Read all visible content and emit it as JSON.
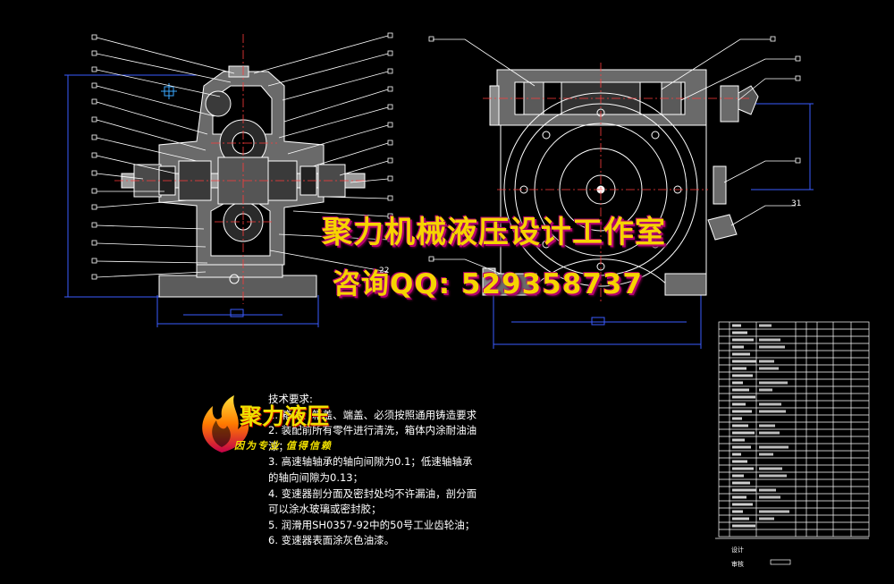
{
  "drawing": {
    "balloon_labels": {
      "left_view": "22",
      "right_view": "31"
    },
    "colors": {
      "background": "#000000",
      "outline": "#ffffff",
      "section_fill": "#6a6a6a",
      "centerline": "#ff3b3b",
      "leader": "#ffffff",
      "dimension": "#3a5bff",
      "watermark": "#f6d400",
      "watermark_shadow": "#b3006f"
    }
  },
  "watermark": {
    "studio_name": "聚力机械液压设计工作室",
    "contact": "咨询QQ: 529358737"
  },
  "logo": {
    "name": "聚力液压",
    "slogan": "因为专业 值得信赖",
    "icon": "flame-icon"
  },
  "requirements": {
    "heading": "技术要求:",
    "lines": [
      "1. 箱体、箱盖、端盖、必须按照通用铸造要求",
      "2. 装配前所有零件进行清洗，箱体内涂耐油油",
      "漆；",
      "3. 高速轴轴承的轴向间隙为0.1；低速轴轴承",
      "的轴向间隙为0.13；",
      "4. 变速器剖分面及密封处均不许漏油，剖分面",
      "可以涂水玻璃或密封胶；",
      "5. 润滑用SH0357-92中的50号工业齿轮油；",
      "6. 变速器表面涂灰色油漆。"
    ]
  },
  "parts_table": {
    "footer_labels": [
      "设计",
      "审核"
    ]
  }
}
